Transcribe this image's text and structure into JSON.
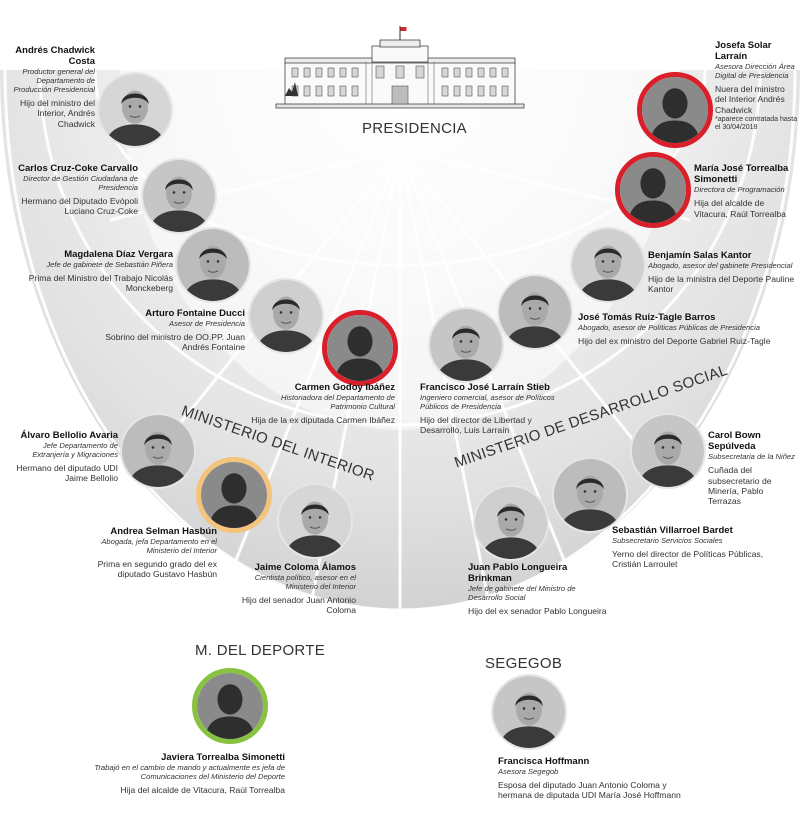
{
  "sections": {
    "presidencia": "PRESIDENCIA",
    "interior": "MINISTERIO DEL INTERIOR",
    "desarrollo": "MINISTERIO DE DESARROLLO SOCIAL",
    "deporte": "M. DEL DEPORTE",
    "segegob": "SEGEGOB"
  },
  "colors": {
    "red_border": "#d91f2a",
    "yellow_border": "#f4c47c",
    "green_border": "#88c241",
    "silhouette_bg": "#8a8a8a",
    "silhouette_fg": "#2e2e2e"
  },
  "people": [
    {
      "id": "andres",
      "photo": "face",
      "border": "none",
      "name": "Andrés Chadwick Costa",
      "role": "Productor general del Departamento de Producción Presidencial",
      "relation": "Hijo del ministro del Interior, Andrés Chadwick"
    },
    {
      "id": "carlos",
      "photo": "face",
      "border": "none",
      "name": "Carlos Cruz-Coke Carvallo",
      "role": "Director de Gestión Ciudadana de Presidencia",
      "relation": "Hermano del Diputado Evópoli Luciano Cruz-Coke"
    },
    {
      "id": "magdalena",
      "photo": "face",
      "border": "none",
      "name": "Magdalena Díaz Vergara",
      "role": "Jefe de gabinete de Sebastián Piñera",
      "relation": "Prima del Ministro del Trabajo Nicolás Monckeberg"
    },
    {
      "id": "arturo",
      "photo": "face",
      "border": "none",
      "name": "Arturo Fontaine Ducci",
      "role": "Asesor de Presidencia",
      "relation": "Sobrino del ministro de OO.PP. Juan Andrés Fontaine"
    },
    {
      "id": "carmen",
      "photo": "silhouette",
      "border": "red",
      "name": "Carmen Godoy Ibáñez",
      "role": "Historiadora del Departamento de Patrimonio Cultural",
      "relation": "Hija de la ex diputada Carmen Ibáñez"
    },
    {
      "id": "francisco",
      "photo": "face",
      "border": "none",
      "name": "Francisco José Larraín Stieb",
      "role": "Ingeniero comercial, asesor de Políticos Públicos de Presidencia",
      "relation": "Hijo del director de Libertad y Desarrollo, Luis Larraín"
    },
    {
      "id": "josetomas",
      "photo": "face",
      "border": "none",
      "name": "José Tomás Ruiz-Tagle Barros",
      "role": "Abogado, asesor de Políticas Públicas de Presidencia",
      "relation": "Hijo del ex ministro del Deporte Gabriel Ruiz-Tagle"
    },
    {
      "id": "benjamin",
      "photo": "face",
      "border": "none",
      "name": "Benjamín Salas Kantor",
      "role": "Abogado, asesor del gabinete Presidencial",
      "relation": "Hijo de la ministra del Deporte Pauline Kantor"
    },
    {
      "id": "mariajose",
      "photo": "silhouette",
      "border": "red",
      "name": "María José Torrealba Simonetti",
      "role": "Directora de Programación",
      "relation": "Hija del alcalde de Vitacura, Raúl Torrealba"
    },
    {
      "id": "josefa",
      "photo": "silhouette",
      "border": "red",
      "name": "Josefa Solar Larraín",
      "role": "Asesora Dirección Área Digital de Presidencia",
      "relation": "Nuera del ministro del Interior Andrés Chadwick",
      "note": "*aparece contratada hasta el 30/04/2018"
    },
    {
      "id": "alvaro",
      "photo": "face",
      "border": "none",
      "name": "Álvaro Bellolio Avaria",
      "role": "Jefe Departamento de Extranjería y Migraciones",
      "relation": "Hermano del diputado UDI Jaime Bellolio"
    },
    {
      "id": "andrea",
      "photo": "silhouette",
      "border": "yellow",
      "name": "Andrea Selman Hasbún",
      "role": "Abogada, jefa Departamento en el Ministerio del Interior",
      "relation": "Prima en segundo grado del ex diputado Gustavo Hasbún"
    },
    {
      "id": "jaime",
      "photo": "face",
      "border": "none",
      "name": "Jaime Coloma Álamos",
      "role": "Cientista político, asesor en el Ministerio del Interior",
      "relation": "Hijo del senador Juan Antonio Coloma"
    },
    {
      "id": "carol",
      "photo": "face",
      "border": "none",
      "name": "Carol Bown Sepúlveda",
      "role": "Subsecretaria de la Niñez",
      "relation": "Cuñada del subsecretario de Minería, Pablo Terrazas"
    },
    {
      "id": "sebastian",
      "photo": "face",
      "border": "none",
      "name": "Sebastián Villarroel Bardet",
      "role": "Subsecretario Servicios Sociales",
      "relation": "Yerno del director de Políticas Públicas, Cristián Larroulet"
    },
    {
      "id": "juanpablo",
      "photo": "face",
      "border": "none",
      "name": "Juan Pablo Longueira Brinkman",
      "role": "Jefe de gabinete del Ministro de Desarrollo Social",
      "relation": "Hijo del ex senador Pablo Longueira"
    },
    {
      "id": "javiera",
      "photo": "silhouette",
      "border": "green",
      "name": "Javiera Torrealba Simonetti",
      "role": "Trabajó en el cambio de mando y actualmente es jefa de Comunicaciones del Ministerio del Deporte",
      "relation": "Hija del alcalde de Vitacura, Raúl Torrealba"
    },
    {
      "id": "franciscaH",
      "photo": "face",
      "border": "none",
      "name": "Francisca Hoffmann",
      "role": "Asesora Segegob",
      "relation": "Esposa del diputado Juan Antonio Coloma y hermana de diputada UDI María José Hoffmann"
    }
  ]
}
